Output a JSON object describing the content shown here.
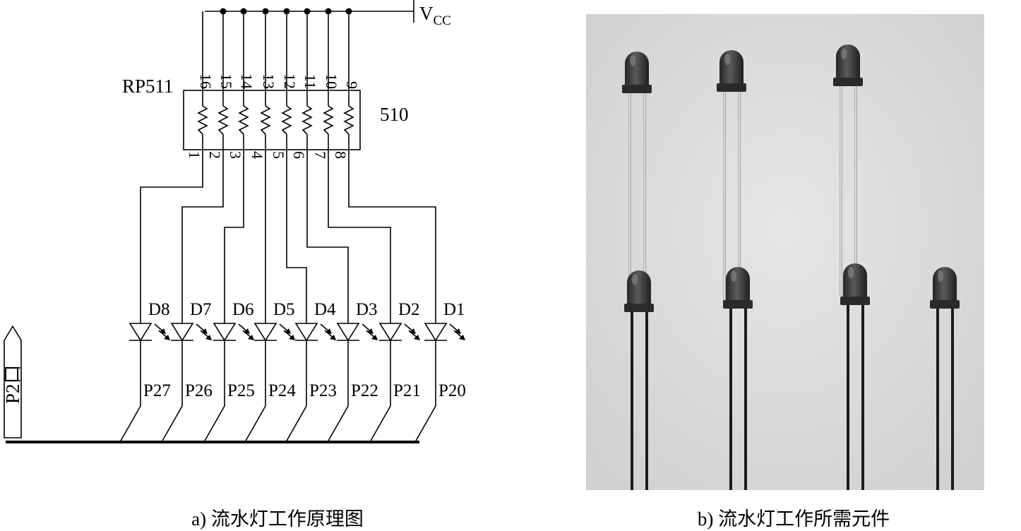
{
  "schematic": {
    "supply_label": "V",
    "supply_sub": "CC",
    "rp_name": "RP511",
    "rp_value": "510",
    "top_pins": [
      "16",
      "15",
      "14",
      "13",
      "12",
      "11",
      "10",
      "9"
    ],
    "bottom_pins": [
      "1",
      "2",
      "3",
      "4",
      "5",
      "6",
      "7",
      "8"
    ],
    "led_labels": [
      "D8",
      "D7",
      "D6",
      "D5",
      "D4",
      "D3",
      "D2",
      "D1"
    ],
    "port_pins": [
      "P27",
      "P26",
      "P25",
      "P24",
      "P23",
      "P22",
      "P21",
      "P20"
    ],
    "port_name": "P2口"
  },
  "captions": {
    "left": "a) 流水灯工作原理图",
    "right": "b) 流水灯工作所需元件"
  }
}
